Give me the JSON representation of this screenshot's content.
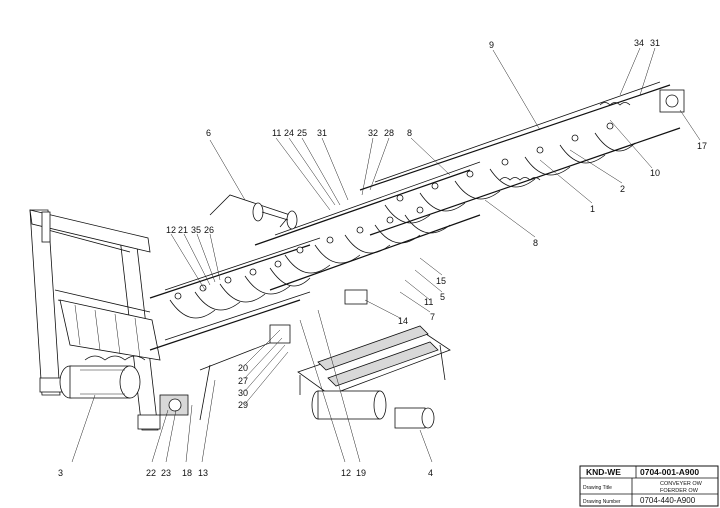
{
  "title_block": {
    "code": "KND-WE",
    "drawing_id": "0704-001-A900",
    "title_label": "Drawing Title",
    "title_line1": "CONVEYER OW",
    "title_line2": "FOERDER OW",
    "number_label": "Drawing Number",
    "number": "0704-440-A900"
  },
  "callouts": {
    "c1": "1",
    "c2": "2",
    "c3": "3",
    "c4": "4",
    "c5": "5",
    "c6": "6",
    "c7": "7",
    "c8a": "8",
    "c8b": "8",
    "c9": "9",
    "c10": "10",
    "c11a": "11",
    "c11b": "11",
    "c12a": "12",
    "c12b": "12",
    "c13": "13",
    "c14": "14",
    "c15": "15",
    "c17": "17",
    "c18": "18",
    "c19": "19",
    "c20": "20",
    "c21": "21",
    "c22": "22",
    "c23": "23",
    "c24": "24",
    "c25": "25",
    "c26": "26",
    "c27": "27",
    "c28": "28",
    "c29": "29",
    "c30": "30",
    "c31a": "31",
    "c31b": "31",
    "c32": "32",
    "c34": "34",
    "c35": "35"
  }
}
